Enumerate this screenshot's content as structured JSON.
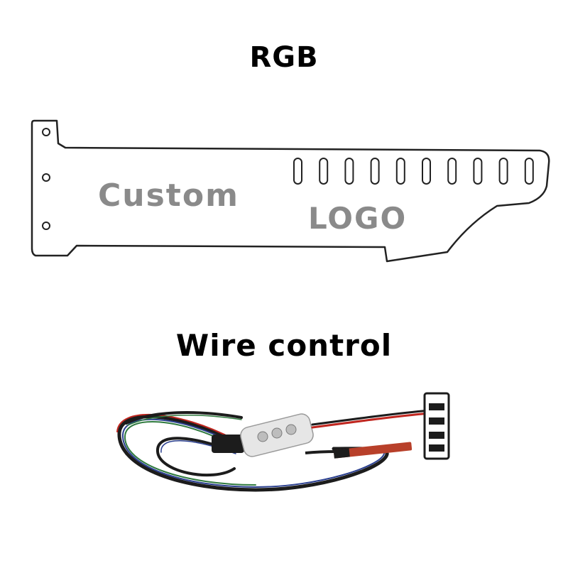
{
  "headings": {
    "rgb": "RGB",
    "wire_control": "Wire control"
  },
  "bracket": {
    "custom_text": "Custom",
    "logo_text": "LOGO",
    "slot_count": 10,
    "mount_hole_count": 3
  },
  "colors": {
    "heading": "#000000",
    "outline": "#222222",
    "logo_gray": "#8a8a8a",
    "cable_dark": "#1c1c1c",
    "cable_red": "#c0261f",
    "cable_green": "#2f7a3e",
    "cable_blue": "#2a3f8f",
    "controller_body": "#e6e6e6",
    "strip_pcb": "#b8402a"
  },
  "icons": {
    "bracket": "gpu-support-bracket-outline",
    "controller": "rgb-inline-controller",
    "connector": "four-pin-connector"
  }
}
